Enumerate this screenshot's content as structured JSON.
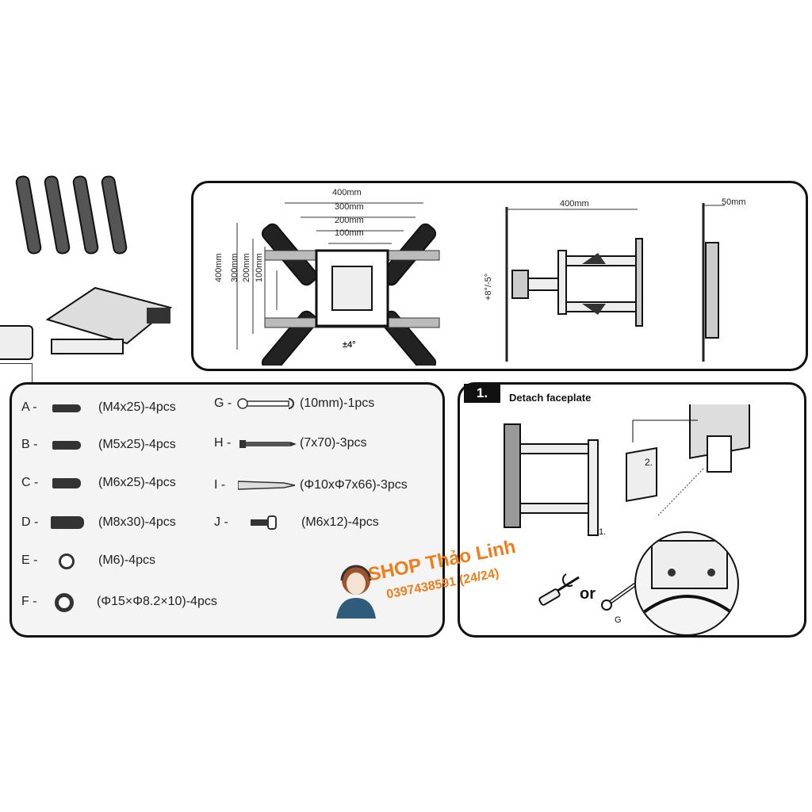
{
  "dimensions": {
    "front": {
      "w400": "400mm",
      "w300": "300mm",
      "w200": "200mm",
      "w100": "100mm",
      "h400": "400mm",
      "h300": "300mm",
      "h200": "200mm",
      "h100": "100mm",
      "rotation": "±4°"
    },
    "side": {
      "extension": "400mm",
      "tilt": "+8°/-5°"
    },
    "profile": {
      "depth": "50mm"
    }
  },
  "parts": [
    {
      "letter": "A -",
      "spec": "(M4x25)-4pcs",
      "icon": "screw-icon"
    },
    {
      "letter": "B -",
      "spec": "(M5x25)-4pcs",
      "icon": "screw-icon"
    },
    {
      "letter": "C -",
      "spec": "(M6x25)-4pcs",
      "icon": "screw-icon"
    },
    {
      "letter": "D -",
      "spec": "(M8x30)-4pcs",
      "icon": "screw-icon"
    },
    {
      "letter": "E -",
      "spec": "(M6)-4pcs",
      "icon": "nut-icon"
    },
    {
      "letter": "F -",
      "spec": "(Φ15×Φ8.2×10)-4pcs",
      "icon": "spacer-icon"
    },
    {
      "letter": "G -",
      "spec": "(10mm)-1pcs",
      "icon": "wrench-icon"
    },
    {
      "letter": "H -",
      "spec": "(7x70)-3pcs",
      "icon": "lag-bolt-icon"
    },
    {
      "letter": "I -",
      "spec": "(Φ10xΦ7x66)-3pcs",
      "icon": "anchor-icon"
    },
    {
      "letter": "J -",
      "spec": "(M6x12)-4pcs",
      "icon": "screw-icon"
    }
  ],
  "step": {
    "number": "1.",
    "title": "Detach faceplate",
    "callout1": "1.",
    "callout2": "2.",
    "or": "or",
    "tool_label": "G"
  },
  "watermark": {
    "shop": "SHOP Thảo Linh",
    "phone": "0397438591 (24/24)",
    "color": "#f07c1a"
  }
}
